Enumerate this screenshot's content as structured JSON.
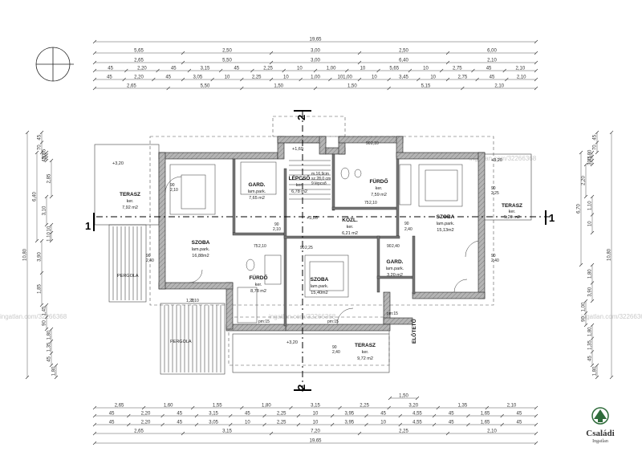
{
  "dimensions": {
    "top": [
      [
        "19,65"
      ],
      [
        "5,65",
        "2,50",
        "3,00",
        "2,50",
        "6,00"
      ],
      [
        "2,65",
        "5,50",
        "3,00",
        "6,40",
        "2,10"
      ],
      [
        "45",
        "2,20",
        "45",
        "3,15",
        "45",
        "2,25",
        "10",
        "1,00",
        "10",
        "5,65",
        "10",
        "2,75",
        "45",
        "2,10"
      ],
      [
        "45",
        "2,20",
        "45",
        "3,05",
        "10",
        "2,25",
        "10",
        "1,00",
        "101,00",
        "10",
        "3,45",
        "10",
        "2,75",
        "45",
        "2,10"
      ],
      [
        "2,65",
        "5,50",
        "1,50",
        "1,50",
        "5,15",
        "2,10"
      ]
    ],
    "bottom": [
      [
        "1,50"
      ],
      [
        "2,65",
        "1,60",
        "1,55",
        "1,80",
        "3,15",
        "2,25",
        "3,20",
        "1,35",
        "2,10"
      ],
      [
        "45",
        "2,20",
        "45",
        "3,15",
        "45",
        "2,25",
        "10",
        "3,95",
        "45",
        "4,55",
        "45",
        "1,65",
        "45"
      ],
      [
        "45",
        "2,20",
        "45",
        "3,05",
        "10",
        "2,25",
        "10",
        "3,95",
        "10",
        "4,55",
        "45",
        "1,65",
        "45"
      ],
      [
        "2,65",
        "3,15",
        "7,20",
        "2,25",
        "2,10"
      ],
      [
        "19,65"
      ]
    ],
    "left": [
      [
        "45",
        "70"
      ],
      [
        "1,65",
        "30",
        "45"
      ],
      [
        "2,85"
      ],
      [
        "3,10"
      ],
      [
        "10",
        "1,10"
      ],
      [
        "6,40"
      ],
      [
        "10,80"
      ],
      [
        "3,90",
        "1,85"
      ],
      [
        "1,45",
        "90"
      ],
      [
        "1,80",
        "1,35",
        "45"
      ],
      [
        "1,80"
      ]
    ],
    "right": [
      [
        "45",
        "70"
      ],
      [
        "1,80",
        "45",
        "30"
      ],
      [
        "2,20"
      ],
      [
        "1,10",
        "10"
      ],
      [
        "6,70"
      ],
      [
        "10,80"
      ],
      [
        "1,80",
        "3,90"
      ],
      [
        "1,00",
        "90"
      ],
      [
        "1,80",
        "1,35",
        "45"
      ],
      [
        "1,80"
      ]
    ]
  },
  "rooms": [
    {
      "id": "terasz-left",
      "name": "TERASZ",
      "floor": "ker.",
      "area": "7,92 m2"
    },
    {
      "id": "gard-1",
      "name": "GARD.",
      "floor": "lam.park.",
      "area": "7,65 m2"
    },
    {
      "id": "lepcso",
      "name": "LÉPCSŐ",
      "floor": "ker.",
      "area": "6,78 m2"
    },
    {
      "id": "furdo-1",
      "name": "FÜRDŐ",
      "floor": "ker.",
      "area": "7,59 m2"
    },
    {
      "id": "szoba-ne",
      "name": "SZOBA",
      "floor": "lam.park.",
      "area": "15,13m2"
    },
    {
      "id": "terasz-right",
      "name": "TERASZ",
      "floor": "ker.",
      "area": "5,20 m2"
    },
    {
      "id": "kozl",
      "name": "KÖZL.",
      "floor": "ker.",
      "area": "6,21 m2"
    },
    {
      "id": "szoba-w",
      "name": "SZOBA",
      "floor": "lam.park.",
      "area": "16,88m2"
    },
    {
      "id": "gard-2",
      "name": "GARD.",
      "floor": "lam.park.",
      "area": "3,20 m2"
    },
    {
      "id": "furdo-2",
      "name": "FÜRDŐ",
      "floor": "ker.",
      "area": "8,78 m2"
    },
    {
      "id": "szoba-s",
      "name": "SZOBA",
      "floor": "lam.park.",
      "area": "15,40m2"
    },
    {
      "id": "terasz-bottom",
      "name": "TERASZ",
      "floor": "ker.",
      "area": "9,72 m2"
    }
  ],
  "labels": {
    "pergola_left": "PERGOLA",
    "pergola_bottom": "PERGOLA",
    "eloteto": "ELŐTETŐ",
    "stair_note_1": "m.16,9cm",
    "stair_note_2": "sz.28,0 cm",
    "stair_note_3": "9 lépcső",
    "section_1_left": "1",
    "section_1_right": "1",
    "section_2_top": "2",
    "section_2_bottom": "2",
    "level_320_nw": "+3,20",
    "level_320_ne": "+3,20",
    "level_320_s": "+3,20",
    "level_169": "+1,69",
    "level_305": "+3,05",
    "pm15_1": "pm:15",
    "pm15_2": "pm:15",
    "pm15_3": "pm:15",
    "openings": [
      "90",
      "2,10",
      "90",
      "2,25",
      "90",
      "2,40",
      "75",
      "2,10",
      "90",
      "2,10",
      "90",
      "2,40",
      "90",
      "2,40",
      "90",
      "2,10",
      "75",
      "2,10",
      "90",
      "2,25",
      "90",
      "2,40",
      "1,20",
      "2,10",
      "90",
      "2,40"
    ]
  },
  "watermarks": [
    "ingatlan.com/32266368",
    "ingatlan.com/32266368",
    "ingatlan.com/32266368",
    "ingatlan.com/32266368"
  ],
  "logo": {
    "name": "Családi",
    "sub": "Ingatlan"
  },
  "icons": {
    "north": "compass-circle-icon"
  },
  "colors": {
    "wall": "#8c8c8c",
    "line": "#222222",
    "dim": "#555555",
    "logo": "#2e6b3a"
  }
}
